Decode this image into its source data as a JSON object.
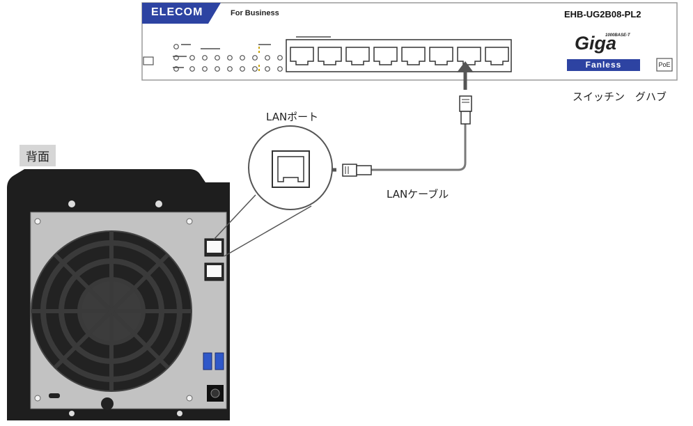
{
  "switch": {
    "brand": "ELECOM",
    "series": "For Business",
    "model": "EHB-UG2B08-PL2",
    "spec": "1000BASE-T",
    "giga_logo": "Giga",
    "fanless": "Fanless",
    "poe": "PoE",
    "caption": "スイッチン　グハブ"
  },
  "labels": {
    "lan_port": "LANポート",
    "lan_cable": "LANケーブル",
    "back_side": "背面"
  },
  "colors": {
    "brand_blue": "#2d43a2",
    "cable": "#7a7a7a",
    "nas_body": "#1e1e1e",
    "nas_panel": "#c2c2c2",
    "arrow": "#555555"
  }
}
